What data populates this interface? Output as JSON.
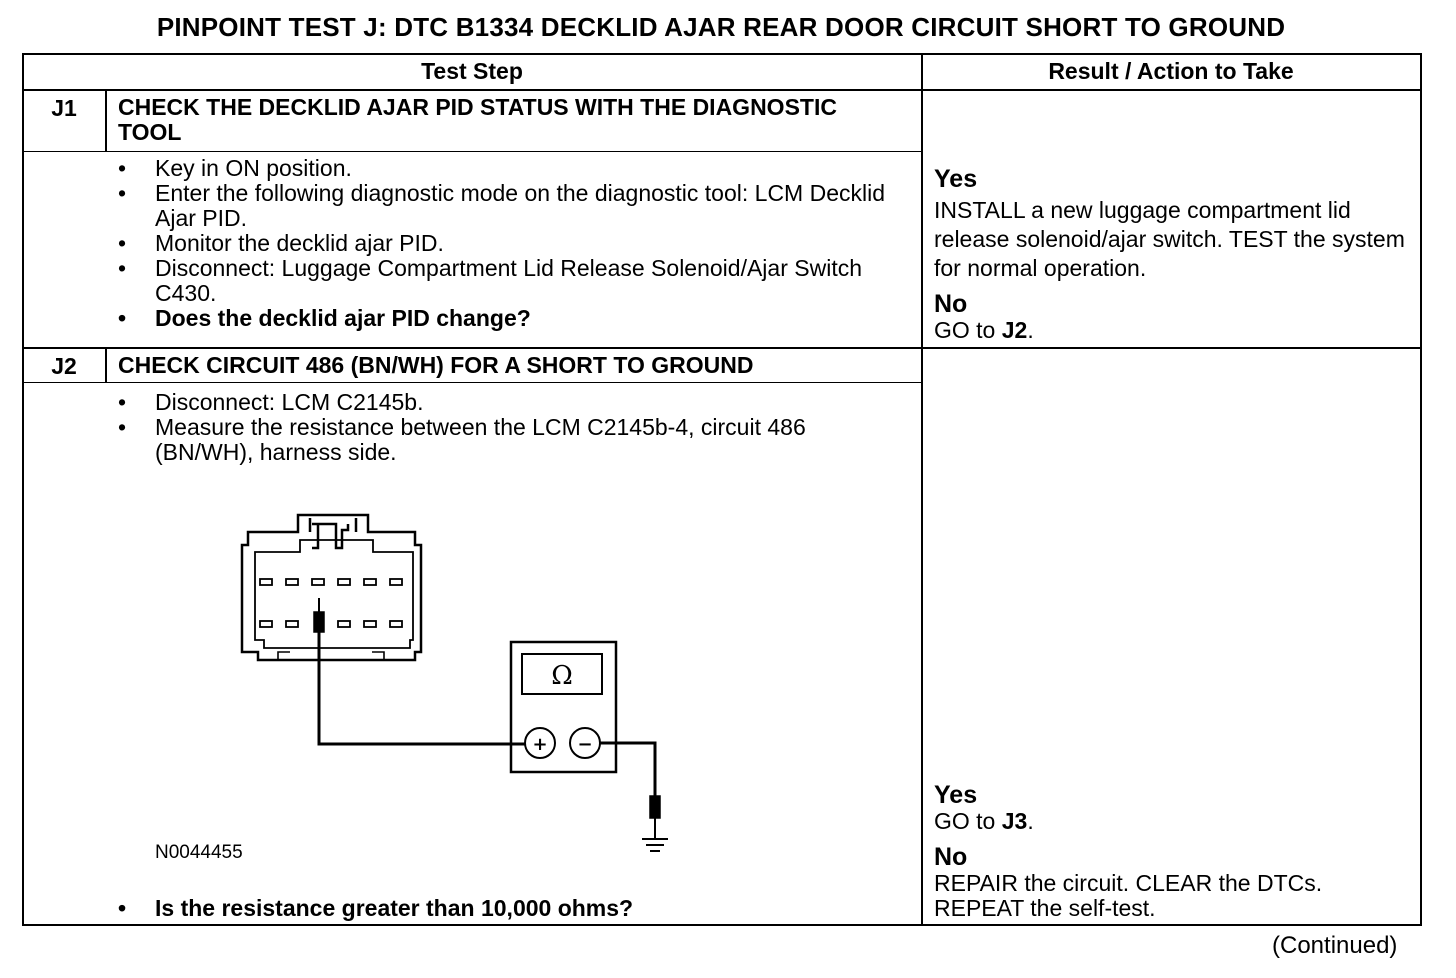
{
  "title": "PINPOINT TEST  J: DTC B1334 DECKLID AJAR REAR DOOR CIRCUIT SHORT TO GROUND",
  "headers": {
    "test_step": "Test Step",
    "result": "Result / Action to Take"
  },
  "steps": [
    {
      "id": "J1",
      "title": "CHECK THE DECKLID AJAR PID STATUS WITH THE DIAGNOSTIC TOOL",
      "bullets": [
        "Key in ON position.",
        "Enter the following diagnostic mode on the diagnostic tool: LCM Decklid Ajar PID.",
        "Monitor the decklid ajar PID.",
        "Disconnect: Luggage Compartment Lid Release Solenoid/Ajar Switch C430."
      ],
      "question": "Does the decklid ajar PID change?",
      "yes_label": "Yes",
      "yes_text": "INSTALL a new luggage compartment lid release solenoid/ajar switch. TEST the system for normal operation.",
      "no_label": "No",
      "no_prefix": "GO to ",
      "no_ref": "J2",
      "no_suffix": "."
    },
    {
      "id": "J2",
      "title": "CHECK CIRCUIT 486 (BN/WH) FOR A SHORT TO GROUND",
      "bullets": [
        "Disconnect: LCM C2145b.",
        "Measure the resistance between the LCM C2145b-4, circuit 486 (BN/WH), harness side."
      ],
      "figure_code": "N0044455",
      "meter_symbol": "Ω",
      "plus": "+",
      "minus": "−",
      "question": "Is the resistance greater than 10,000 ohms?",
      "yes_label": "Yes",
      "yes_prefix": "GO to ",
      "yes_ref": "J3",
      "yes_suffix": ".",
      "no_label": "No",
      "no_text": "REPAIR the circuit. CLEAR the DTCs. REPEAT the self-test."
    }
  ],
  "footer": "(Continued)"
}
